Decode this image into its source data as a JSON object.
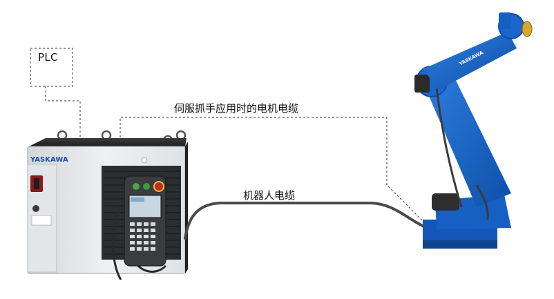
{
  "labels": {
    "plc": "PLC",
    "servo_cable": "伺服抓手应用时的电机电缆",
    "robot_cable": "机器人电缆",
    "controller_brand": "YASKAWA",
    "robot_brand": "YASKAWA"
  },
  "colors": {
    "robot_blue": "#1565c8",
    "controller_body": "#e6e8ea",
    "cable": "#4a4a4a",
    "dashed_line": "#333333"
  }
}
